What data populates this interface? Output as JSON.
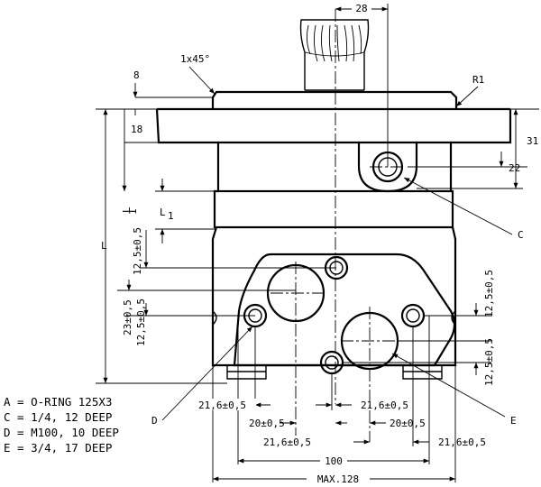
{
  "dimensions": {
    "top_width": "28",
    "chamfer_height": "8",
    "chamfer": "1x45°",
    "radius": "R1",
    "flange_thickness": "18",
    "right_height_31": "31",
    "right_height_22": "22",
    "length_l1": "L",
    "length_l1_sub": "1",
    "length_l2": "L",
    "length_l2_sub": "1",
    "overall_length": "L",
    "left_tol_1": "12,5±0,5",
    "left_tol_2": "23±0,5",
    "left_tol_3": "12,5±0,5",
    "right_tol_1": "12,5±0,5",
    "right_tol_2": "12,5±0,5",
    "bottom_216_left": "21,6±0,5",
    "bottom_216_mid": "21,6±0,5",
    "bottom_216_low": "21,6±0,5",
    "bottom_216_right": "21,6±0,5",
    "bottom_20_left": "20±0,5",
    "bottom_20_right": "20±0,5",
    "width_100": "100",
    "max_width": "MAX.128"
  },
  "callouts": {
    "c": "C",
    "d": "D",
    "e": "E"
  },
  "legend": [
    {
      "key": "A",
      "text": "A = O-RING 125X3"
    },
    {
      "key": "C",
      "text": "C = 1/4, 12 DEEP"
    },
    {
      "key": "D",
      "text": "D = M100, 10 DEEP"
    },
    {
      "key": "E",
      "text": "E = 3/4, 17 DEEP"
    }
  ]
}
